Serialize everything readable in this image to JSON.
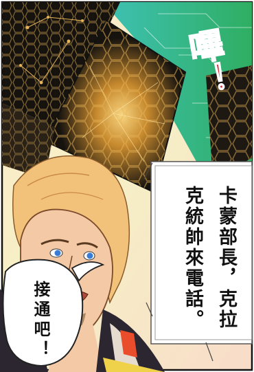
{
  "sfx": {
    "text": "嗶！",
    "color": "#e0202a"
  },
  "caption": {
    "lines": [
      "卡蒙部長，克拉",
      "克統帥來電話。"
    ]
  },
  "speech_bubble": {
    "text": "接通吧！"
  },
  "colors": {
    "circuit_green": "#2fae62",
    "circuit_teal": "#3ec1b5",
    "chip_black": "#16130f",
    "chip_gold": "#d9a441",
    "hair_blonde": "#f3c27a",
    "skin": "#f4c9a6",
    "eye_blue": "#3a7bd5",
    "uniform_dark": "#2b2630"
  }
}
